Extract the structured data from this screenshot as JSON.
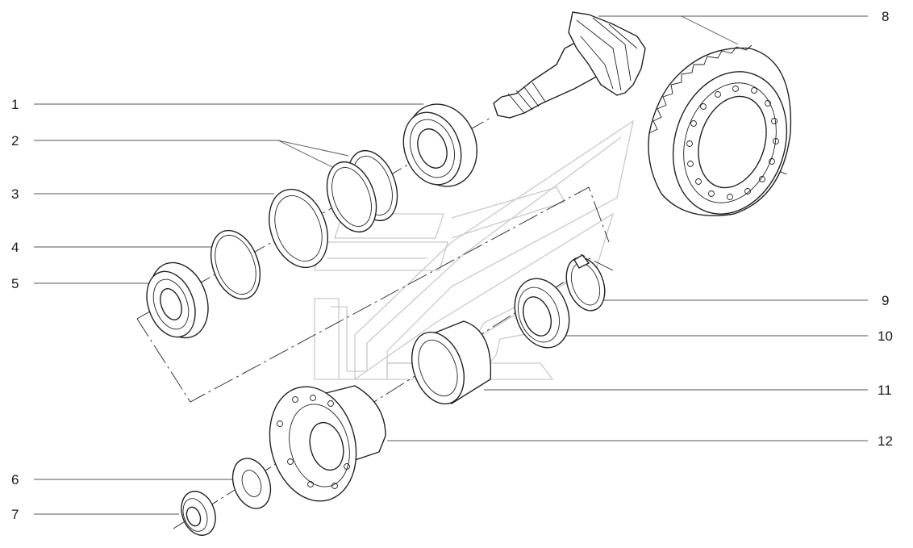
{
  "callouts": [
    {
      "id": "1",
      "label": "1"
    },
    {
      "id": "2",
      "label": "2"
    },
    {
      "id": "3",
      "label": "3"
    },
    {
      "id": "4",
      "label": "4"
    },
    {
      "id": "5",
      "label": "5"
    },
    {
      "id": "6",
      "label": "6"
    },
    {
      "id": "7",
      "label": "7"
    },
    {
      "id": "8",
      "label": "8"
    },
    {
      "id": "9",
      "label": "9"
    },
    {
      "id": "10",
      "label": "10"
    },
    {
      "id": "11",
      "label": "11"
    },
    {
      "id": "12",
      "label": "12"
    }
  ],
  "colors": {
    "line": "#222222",
    "leader": "#555555",
    "watermark": "#c9c9c9",
    "background": "#ffffff"
  }
}
